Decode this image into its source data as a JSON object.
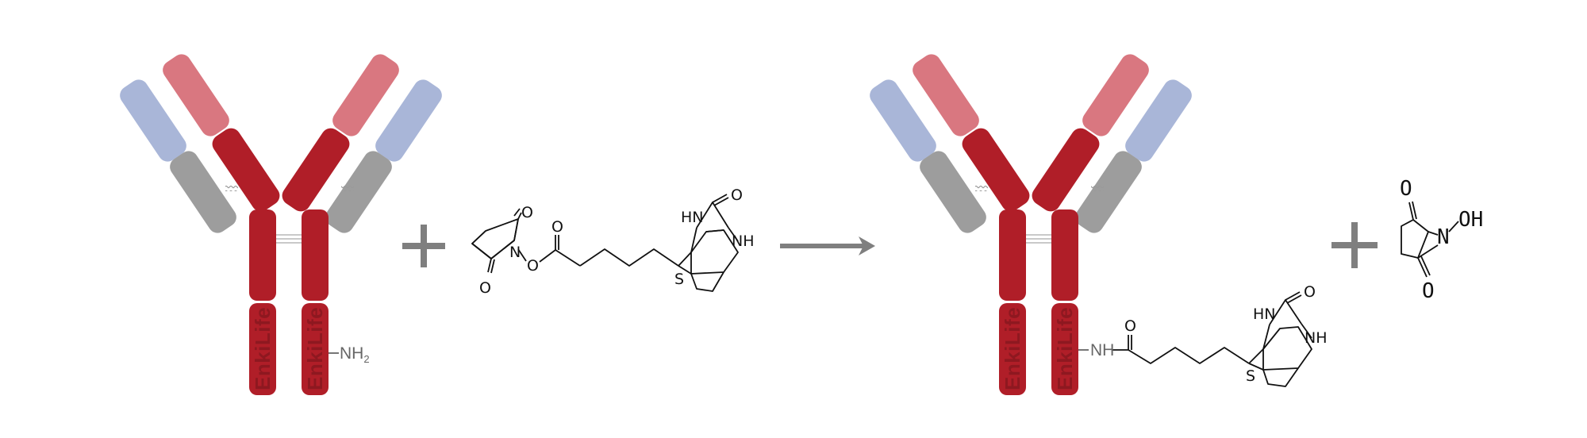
{
  "colors": {
    "heavy_chain": "#b01e28",
    "light_constant": "#9d9d9d",
    "heavy_variable": "#d97780",
    "light_variable": "#a9b6d8",
    "operator": "#7f7f7f",
    "bond": "#111111"
  },
  "antibody_left": {
    "brand_upper": "EnkiLife",
    "brand_lower": "EnkiLife",
    "amine_label": "NH",
    "amine_subscript": "2"
  },
  "reagent_nhs_biotin": {
    "ring_carbonyl_top": "O",
    "ring_nitrogen": "N",
    "ring_carbonyl_bottom": "O",
    "ester_oxygen": "O",
    "ester_carbonyl": "O",
    "urea_nh_top": "HN",
    "urea_carbonyl": "O",
    "urea_nh_right": "NH",
    "thiophane_sulfur": "S"
  },
  "operators": {
    "plus_1": "+",
    "arrow": "reaction-arrow",
    "plus_2": "+"
  },
  "antibody_right": {
    "brand_upper": "EnkiLife",
    "brand_lower": "EnkiLife",
    "amide_nh": "NH",
    "amide_carbonyl": "O",
    "urea_nh_top": "HN",
    "urea_carbonyl": "O",
    "urea_nh_right": "NH",
    "thiophane_sulfur": "S"
  },
  "byproduct_nhs": {
    "carbonyl_top": "O",
    "nitrogen": "N",
    "hydroxyl": "OH",
    "carbonyl_bottom": "O"
  }
}
